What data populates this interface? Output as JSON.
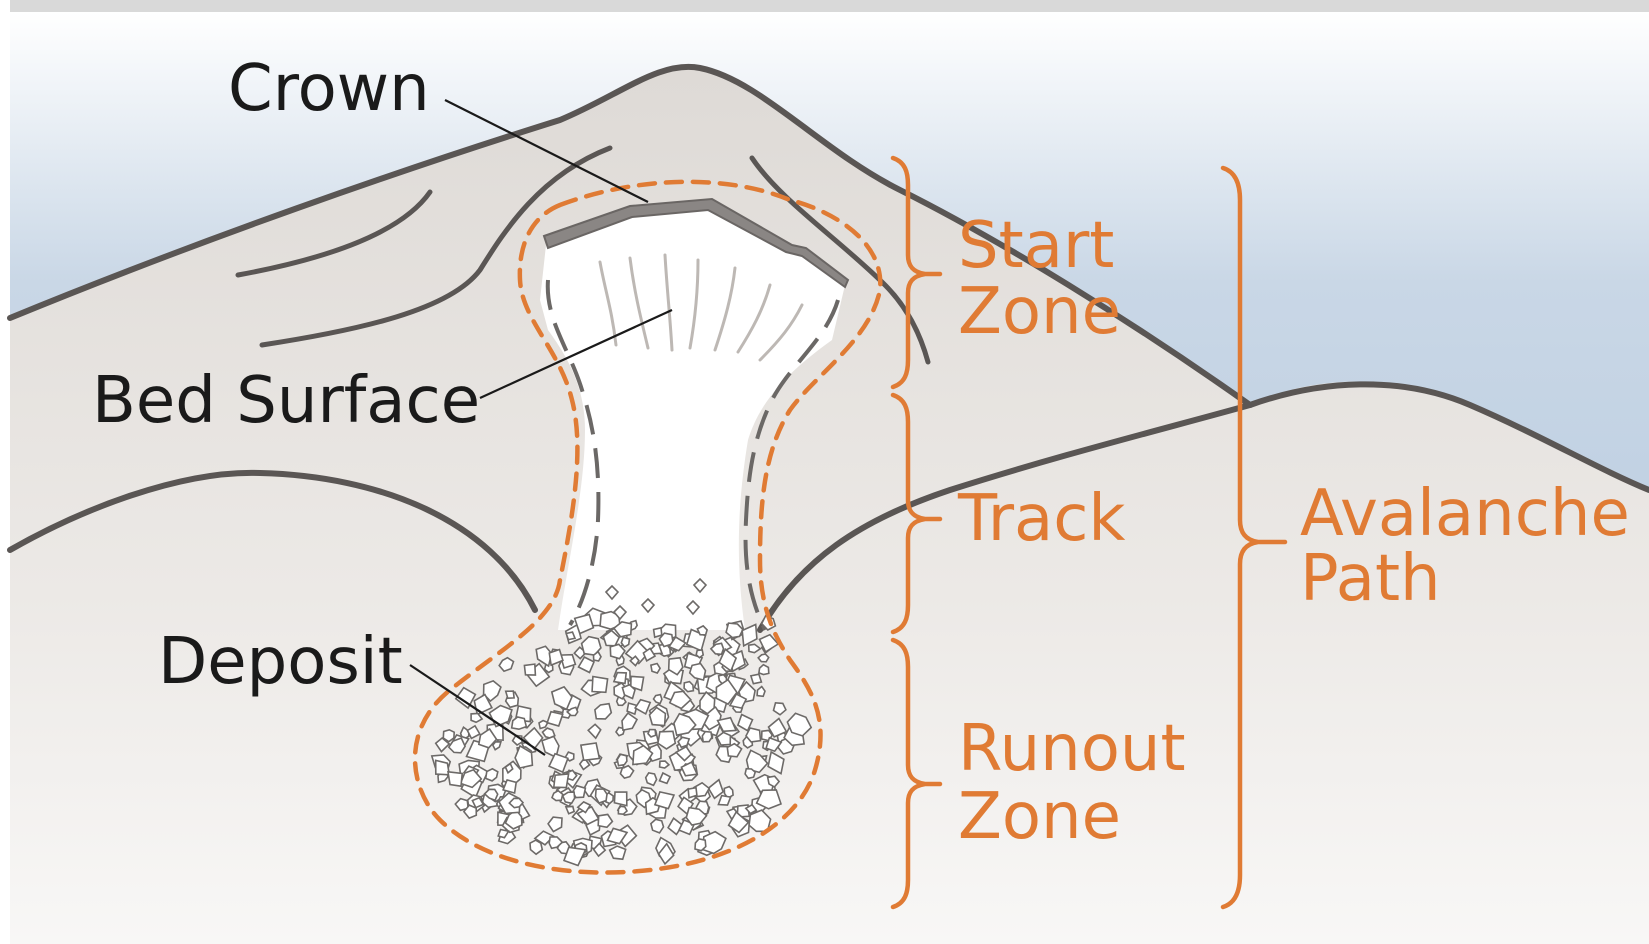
{
  "colors": {
    "accent": "#e07b34",
    "ridge": "#5a5654",
    "label": "#1a1a1a"
  },
  "labels": {
    "crown": "Crown",
    "bed_surface": "Bed Surface",
    "deposit": "Deposit"
  },
  "zones": {
    "start_line1": "Start",
    "start_line2": "Zone",
    "track": "Track",
    "runout_line1": "Runout",
    "runout_line2": "Zone",
    "path_line1": "Avalanche",
    "path_line2": "Path"
  }
}
